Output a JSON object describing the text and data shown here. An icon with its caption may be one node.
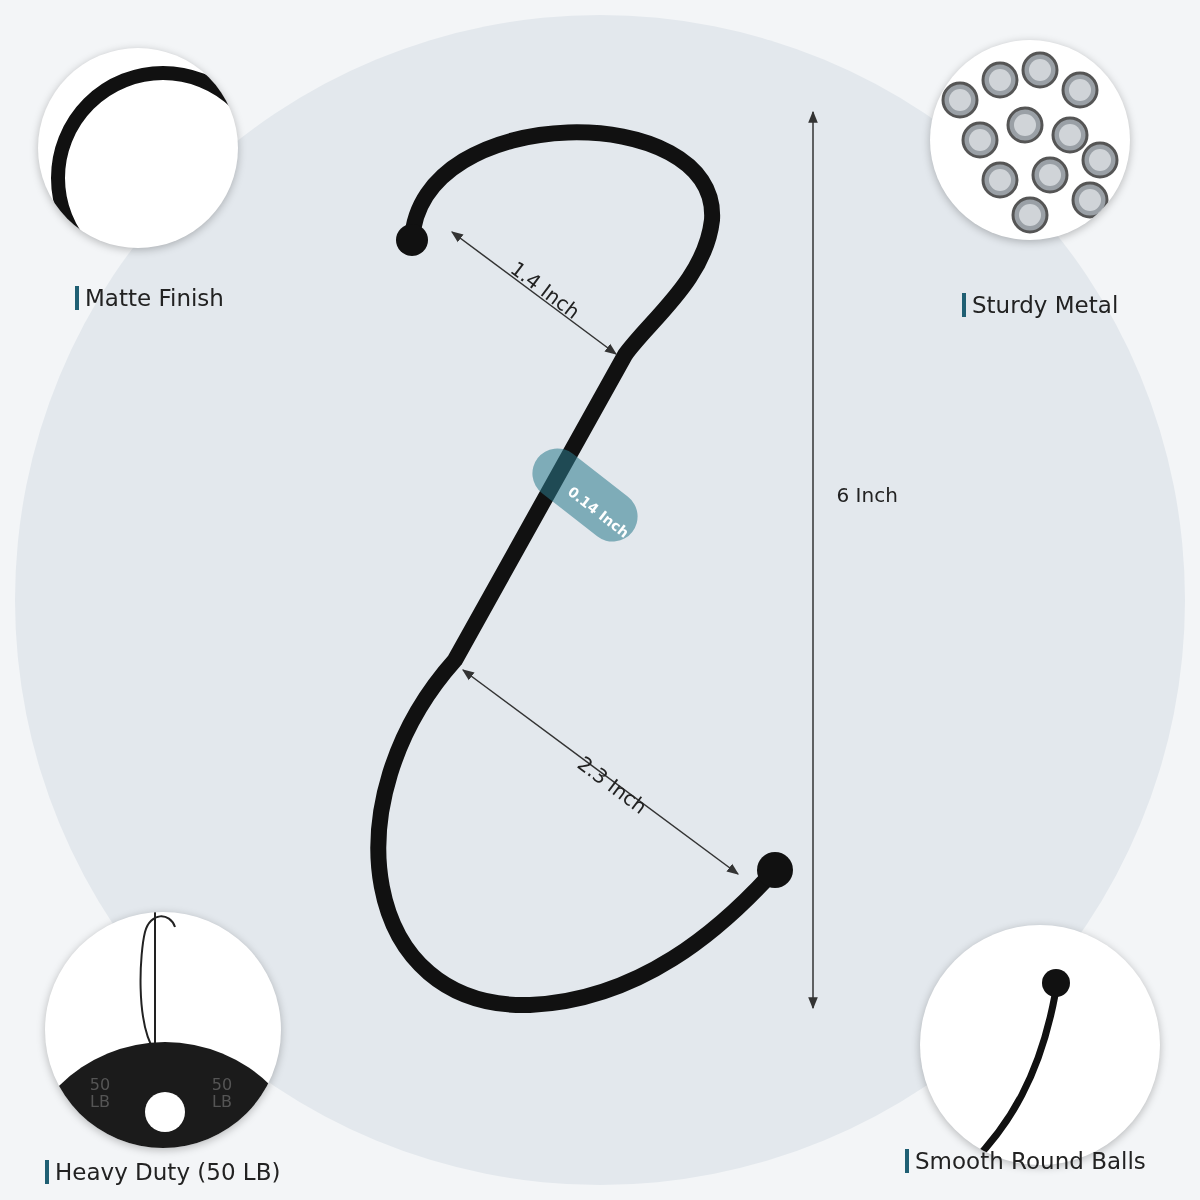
{
  "diagram": {
    "nodes": [
      {
        "text": [
          "Matte Finish"
        ]
      },
      {
        "text": [
          "Sturdy Metal"
        ]
      },
      {
        "text": [
          "Heavy Duty (50 LB)"
        ]
      },
      {
        "text": [
          "Smooth Round Balls"
        ]
      }
    ],
    "labels": [
      "1.4 Inch",
      "0.14 Inch",
      "6 Inch",
      "2.3 Inch",
      "50 LB",
      "50 LB"
    ]
  }
}
